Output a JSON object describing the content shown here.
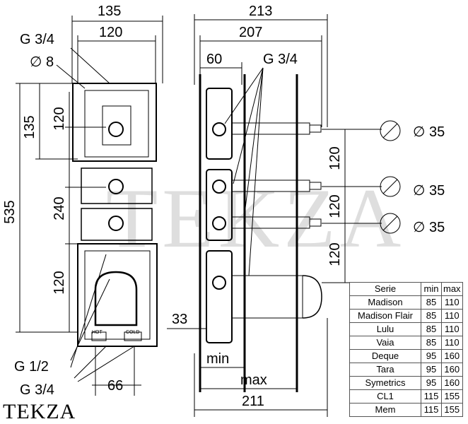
{
  "front_view": {
    "dim_width_outer": "135",
    "dim_width_inner": "120",
    "thread_top": "G 3/4",
    "hole_dia": "∅ 8",
    "dim_height_total": "535",
    "dim_height_135": "135",
    "dim_height_120_top": "120",
    "dim_height_240": "240",
    "dim_height_120_bottom": "120",
    "thread_bottom_1": "G 1/2",
    "thread_bottom_2": "G 3/4",
    "dim_66": "66"
  },
  "side_view": {
    "dim_213": "213",
    "dim_207": "207",
    "dim_60": "60",
    "thread_top": "G 3/4",
    "dia_1": "∅ 35",
    "dia_2": "∅ 35",
    "dia_3": "∅ 35",
    "dim_120_a": "120",
    "dim_120_b": "120",
    "dim_120_c": "120",
    "dim_33": "33",
    "label_min": "min",
    "label_max": "max",
    "dim_211": "211"
  },
  "table": {
    "headers": [
      "Serie",
      "min",
      "max"
    ],
    "rows": [
      [
        "Madison",
        "85",
        "110"
      ],
      [
        "Madison Flair",
        "85",
        "110"
      ],
      [
        "Lulu",
        "85",
        "110"
      ],
      [
        "Vaia",
        "85",
        "110"
      ],
      [
        "Deque",
        "95",
        "160"
      ],
      [
        "Tara",
        "95",
        "160"
      ],
      [
        "Symetrics",
        "95",
        "160"
      ],
      [
        "CL1",
        "115",
        "155"
      ],
      [
        "Mem",
        "115",
        "155"
      ]
    ]
  },
  "body_labels": {
    "hot": "HOT",
    "cold": "COLD"
  },
  "brand": "TEKZA",
  "watermark": "TEKZA"
}
